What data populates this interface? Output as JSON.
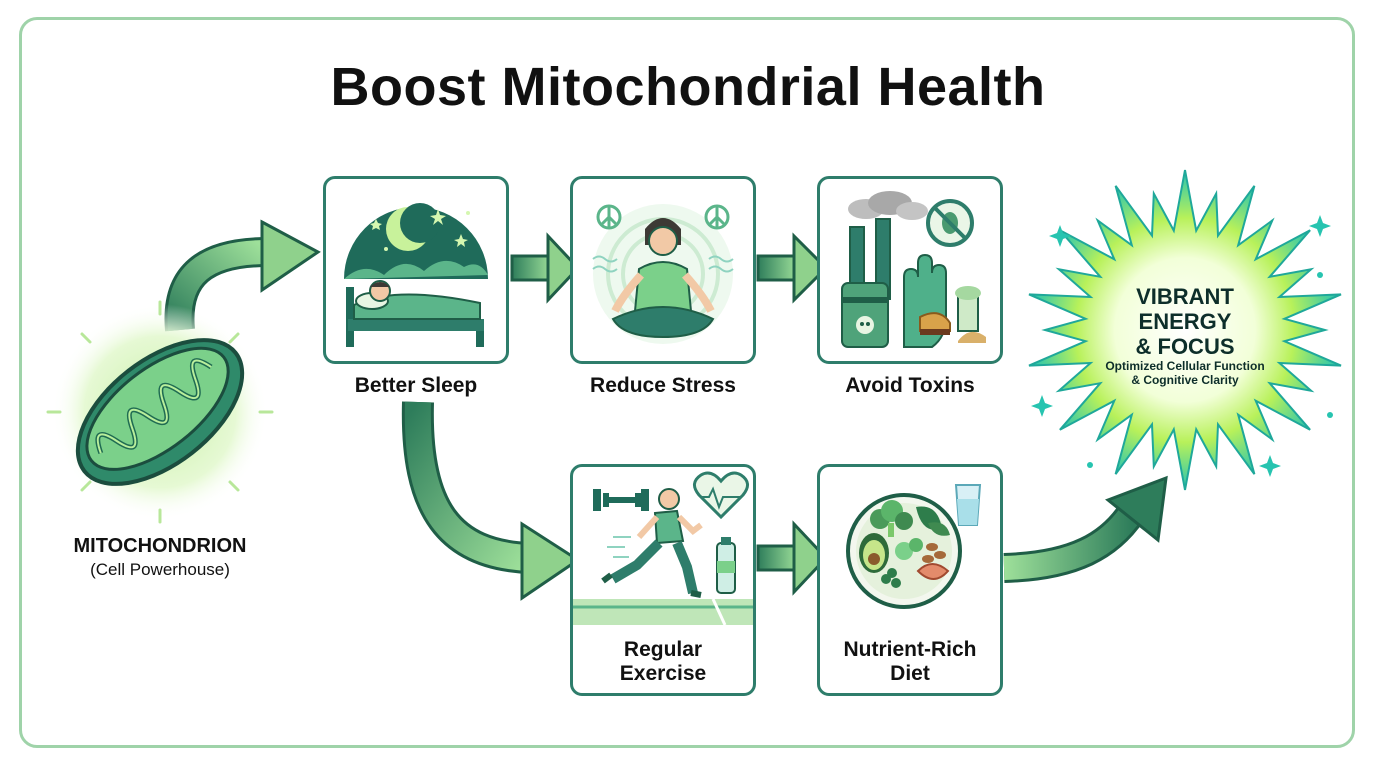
{
  "title": "Boost Mitochondrial Health",
  "source": {
    "title": "MITOCHONDRION",
    "subtitle": "(Cell Powerhouse)"
  },
  "steps": {
    "sleep": "Better Sleep",
    "stress": "Reduce Stress",
    "toxins": "Avoid Toxins",
    "exercise_line1": "Regular",
    "exercise_line2": "Exercise",
    "diet_line1": "Nutrient-Rich",
    "diet_line2": "Diet"
  },
  "outcome": {
    "line1": "VIBRANT",
    "line2": "ENERGY",
    "line3": "& FOCUS",
    "sub1": "Optimized Cellular Function",
    "sub2": "& Cognitive Clarity"
  },
  "colors": {
    "frame": "#9fd3a9",
    "card_border": "#2e7d6b",
    "arrow_light": "#8fd18c",
    "arrow_dark": "#2e7d5b",
    "burst_teal": "#27c4b0",
    "burst_lime": "#b8f15a"
  }
}
